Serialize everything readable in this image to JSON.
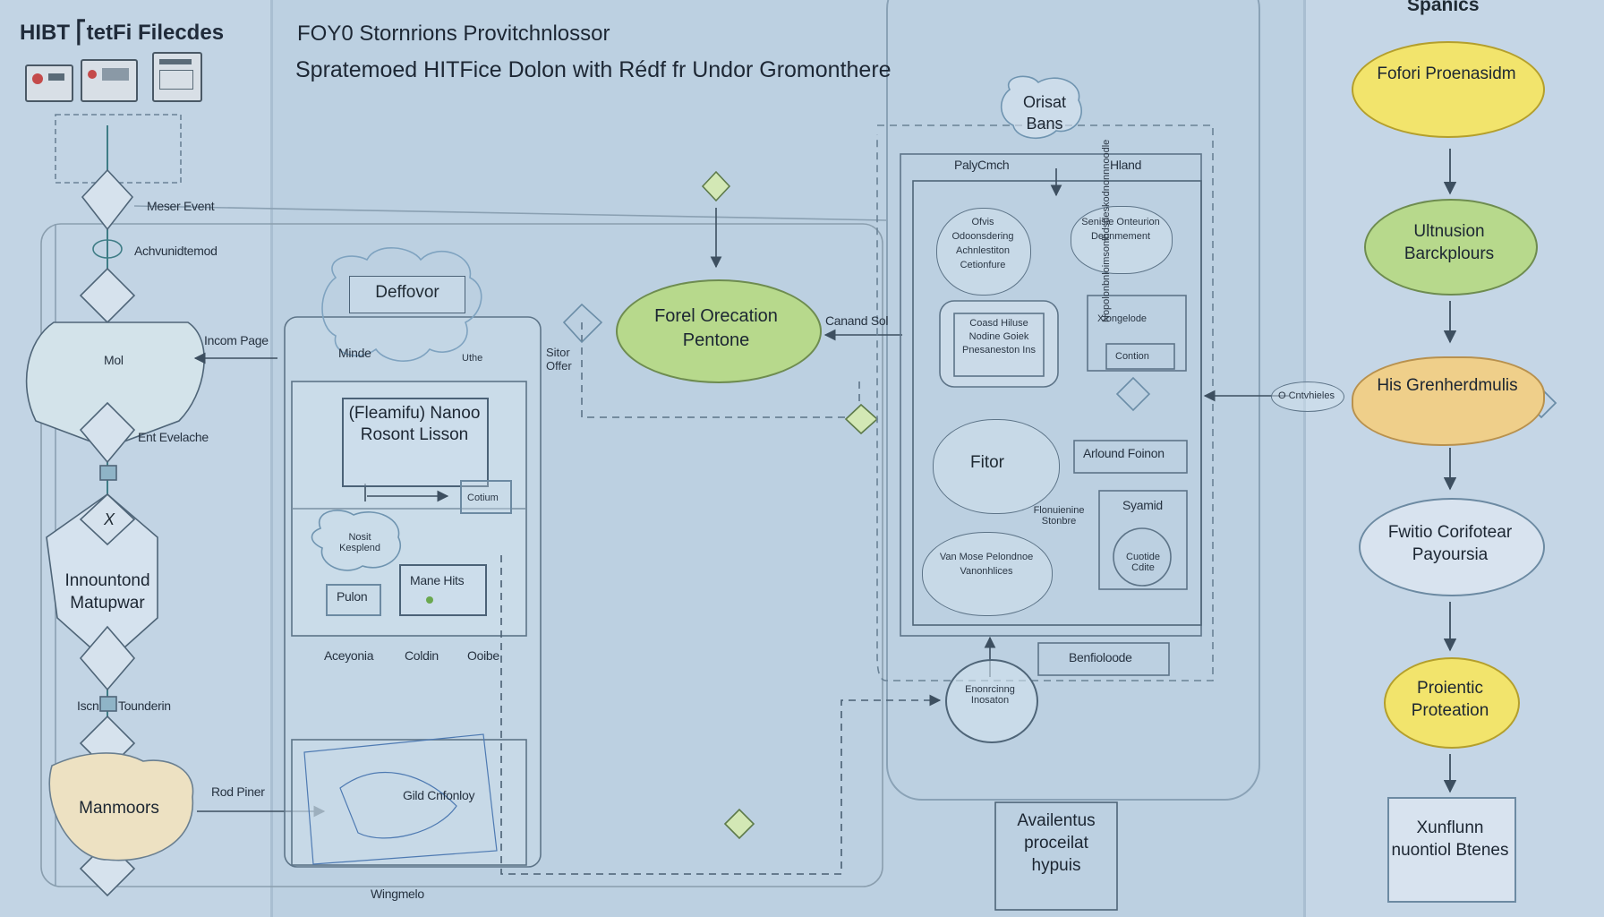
{
  "left_panel": {
    "title": "HIBT ⎡tetFi Filecdes",
    "labels": {
      "meser_event": "Meser Event",
      "achvunid": "Achvunidtemod",
      "incom_page": "Incom Page",
      "mol": "Mol",
      "ent_evalche": "Ent Evelache",
      "x_mark": "X",
      "innountond": "Innountond Matupwar",
      "toundorin": "Tounderin",
      "manmoors": "Manmoors",
      "rod_piner": "Rod Piner"
    }
  },
  "header": {
    "title": "FOY0 Stornrions Provitchnlossor",
    "subtitle": "Spratemoed HITFice Dolon with Rédf fr Undor Gromonthere"
  },
  "center": {
    "deffovor": "Deffovor",
    "minde": "Minde",
    "uthe": "Uthe",
    "fleamifu": "(Fleamifu) Nanoo Rosont Lisson",
    "cotium": "Cotium",
    "nosit_kesplend": "Nosit Kesplend",
    "mane_hits": "Mane Hits",
    "pulon": "Pulon",
    "aceyonia": "Aceyonia",
    "coldin": "Coldin",
    "ooibe": "Ooibe",
    "sitor_offer": "Sitor Offer",
    "forel_orecation": "Forel Orecation Pentone",
    "canand_sol": "Canand Sol",
    "gild_cnfonloy": "Gild Cnfonloy",
    "wingmelo": "Wingmelo"
  },
  "right_area": {
    "orisat_bans": "Orisat Bans",
    "paly_cmch": "PalyCmch",
    "hland": "Hland",
    "ofvis": "Ofvis Odoonsdering Achnlestiton Cetionfure",
    "senisie": "Senisie Onteurion Depnmement",
    "coasd": "Coasd Hiluse Nodine Goiek Pnesaneston Ins",
    "xlongelode": "Xlongelode",
    "contion": "Contion",
    "fitor": "Fitor",
    "arlound_foinon": "Arlound Foinon",
    "flonuienine": "Flonuienine Stonbre",
    "syamid": "Syamid",
    "cuotide": "Cuotide Cdite",
    "van_mose": "Van Mose Pelondnoe Vanonhlices",
    "benfioloode": "Benfioloode",
    "bottom_circle": "Enonrcinng Inosaton",
    "vertical_text": "Nopolonbnloimsonlhdsdeskodnonnnoodle",
    "connector": "O Cntvhieles",
    "availentus": "Availentus proceilat hypuis"
  },
  "right_panel": {
    "title": "Spanics",
    "nodes": [
      "Fofori Proenasidm",
      "Ultnusion Barckplours",
      "His Grenherdmulis",
      "Fwitio Corifotear Payoursia",
      "Proientic Proteation",
      "Xunflunn nuontiol Btenes"
    ]
  },
  "colors": {
    "background": "#bccfe0",
    "lane_left": "#c2d4e4",
    "lane_right": "#c5d6e6",
    "stroke": "#4a5f72",
    "green_node": "#b7d98c",
    "yellow_node": "#f2e46c",
    "orange_node": "#efcf8a",
    "beige_node": "#ede1c2",
    "blue_node": "#d8e3ef"
  }
}
